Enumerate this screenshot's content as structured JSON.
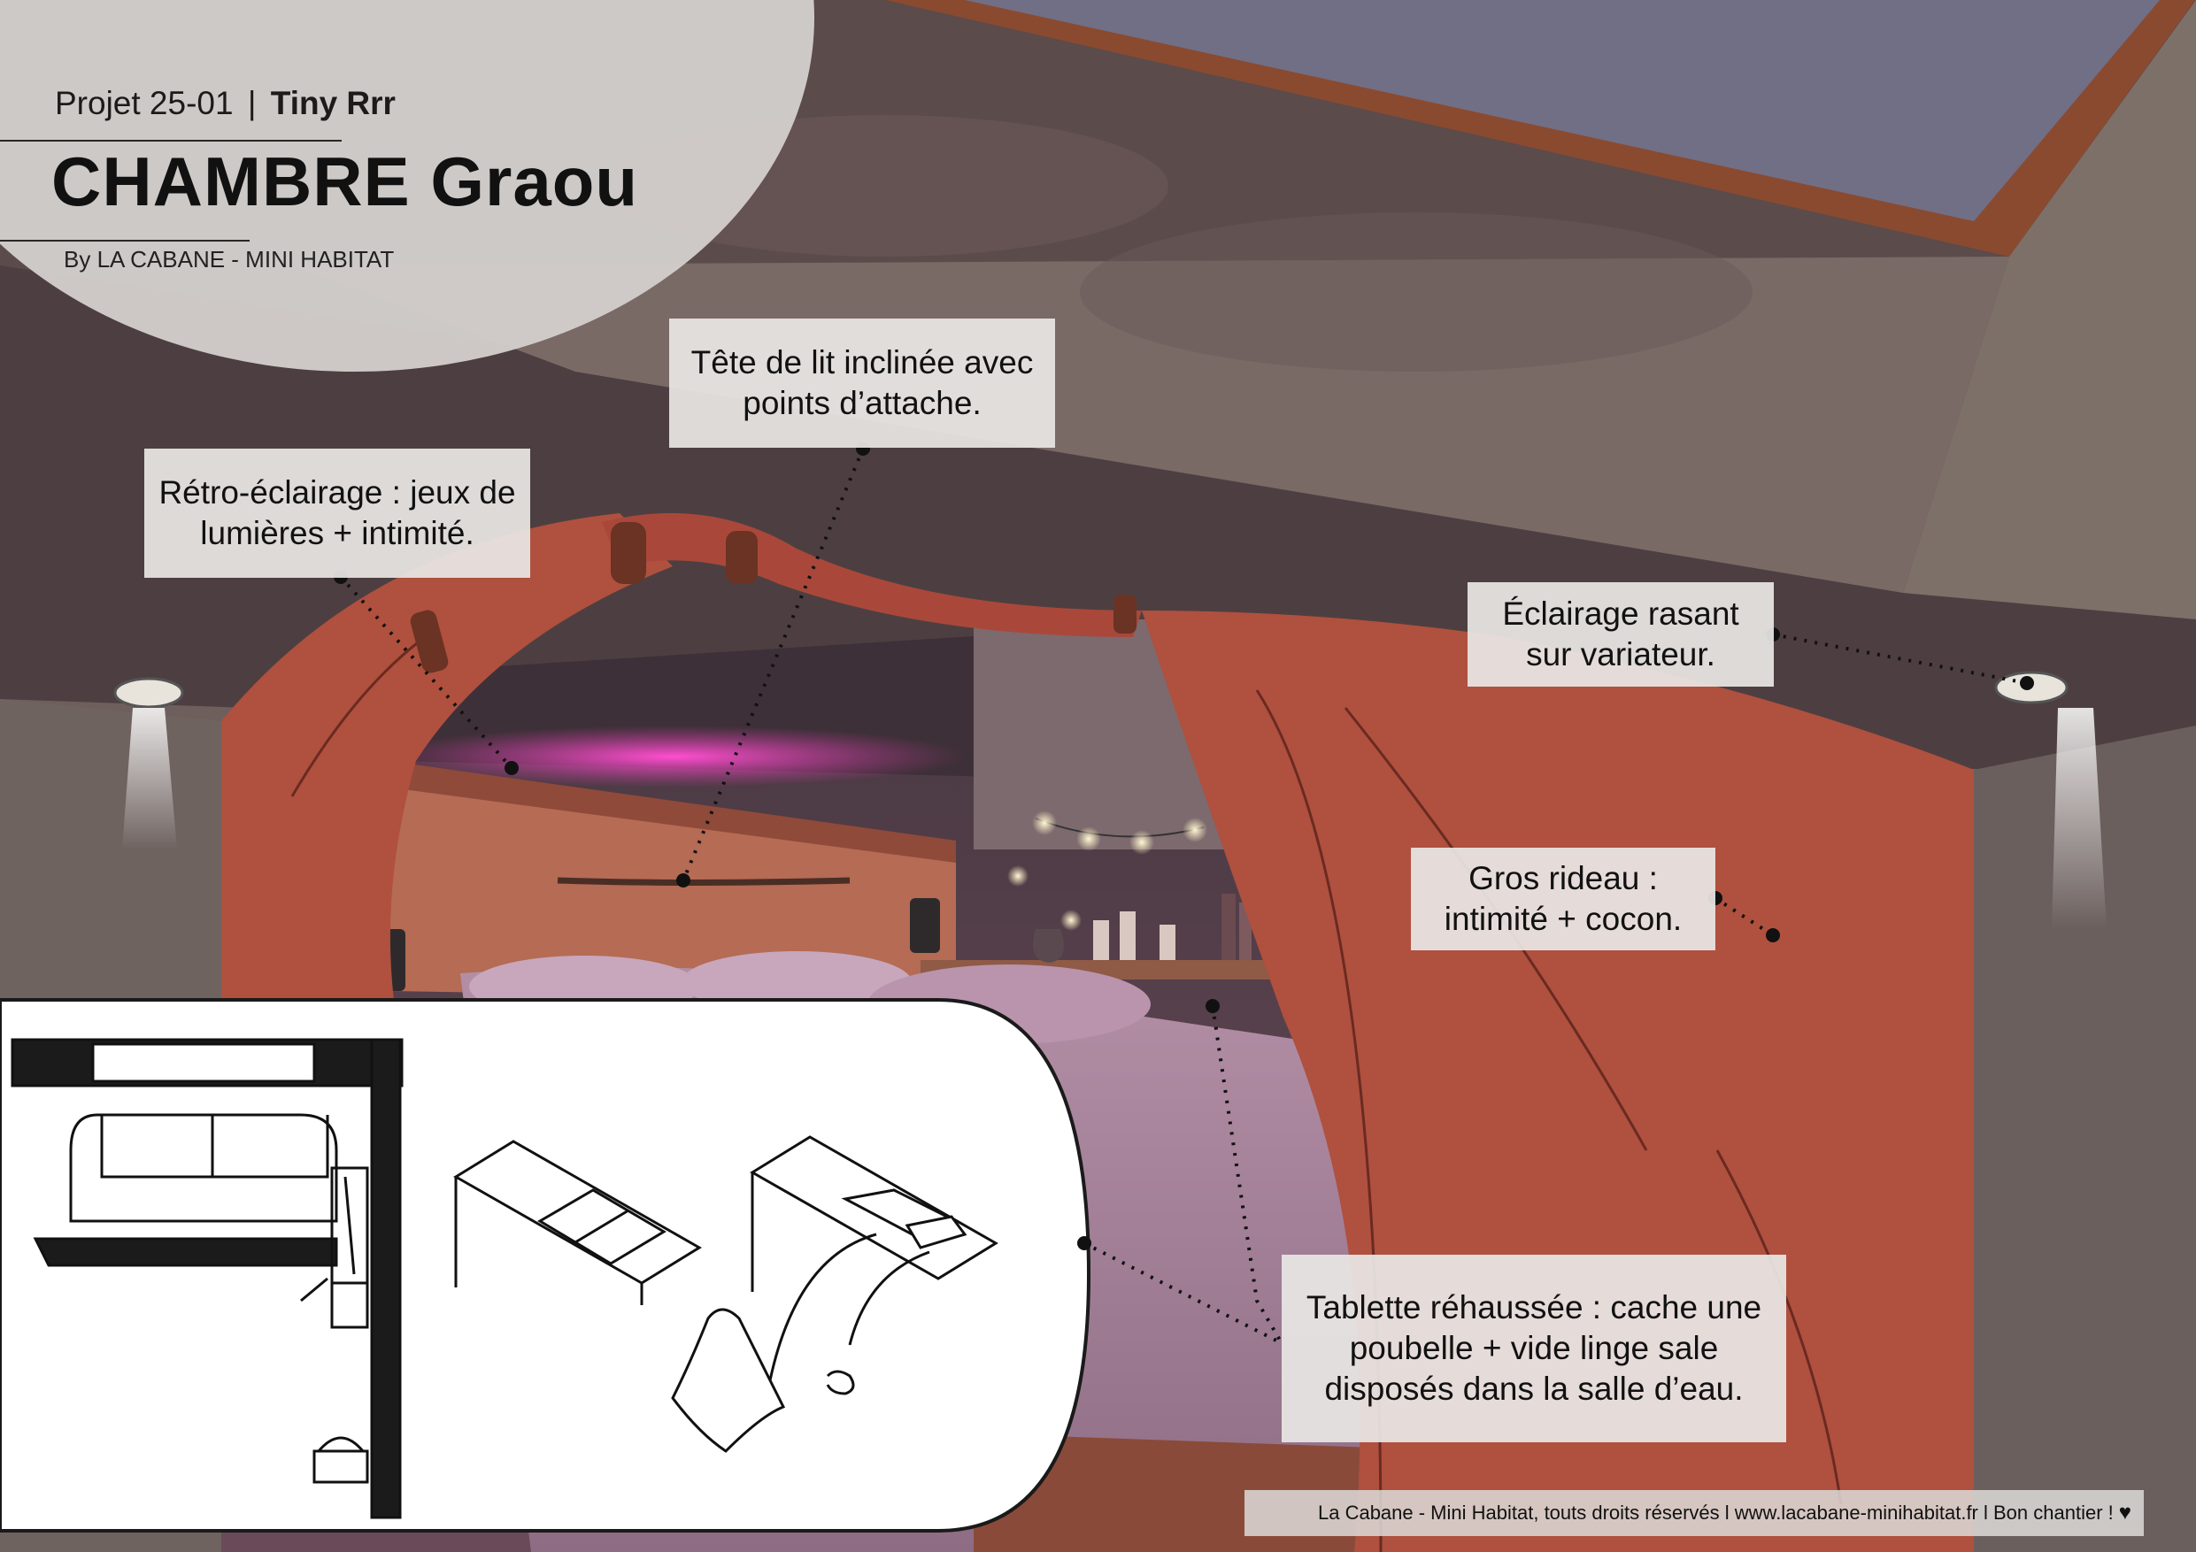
{
  "header": {
    "project_prefix": "Projet 25-01",
    "separator": "|",
    "project_name": "Tiny Rrr",
    "title": "CHAMBRE Graou",
    "byline": "By LA CABANE - MINI HABITAT"
  },
  "callouts": {
    "headboard": "Tête de lit inclinée avec points d’attache.",
    "backlight": "Rétro-éclairage : jeux de lumières + intimité.",
    "grazing_light": "Éclairage rasant sur variateur.",
    "curtain": "Gros rideau : intimité + cocon.",
    "shelf": "Tablette réhaussée : cache une poubelle + vide linge sale disposés dans la salle d’eau."
  },
  "footer": {
    "text": "La Cabane - Mini Habitat, touts droits réservés l www.lacabane-minihabitat.fr l Bon chantier !",
    "heart_icon": "heart-icon"
  },
  "colors": {
    "curtain": "#b0503e",
    "ceiling": "#5a4a4a",
    "led": "#d63aa8",
    "bedding": "#a9809a"
  }
}
